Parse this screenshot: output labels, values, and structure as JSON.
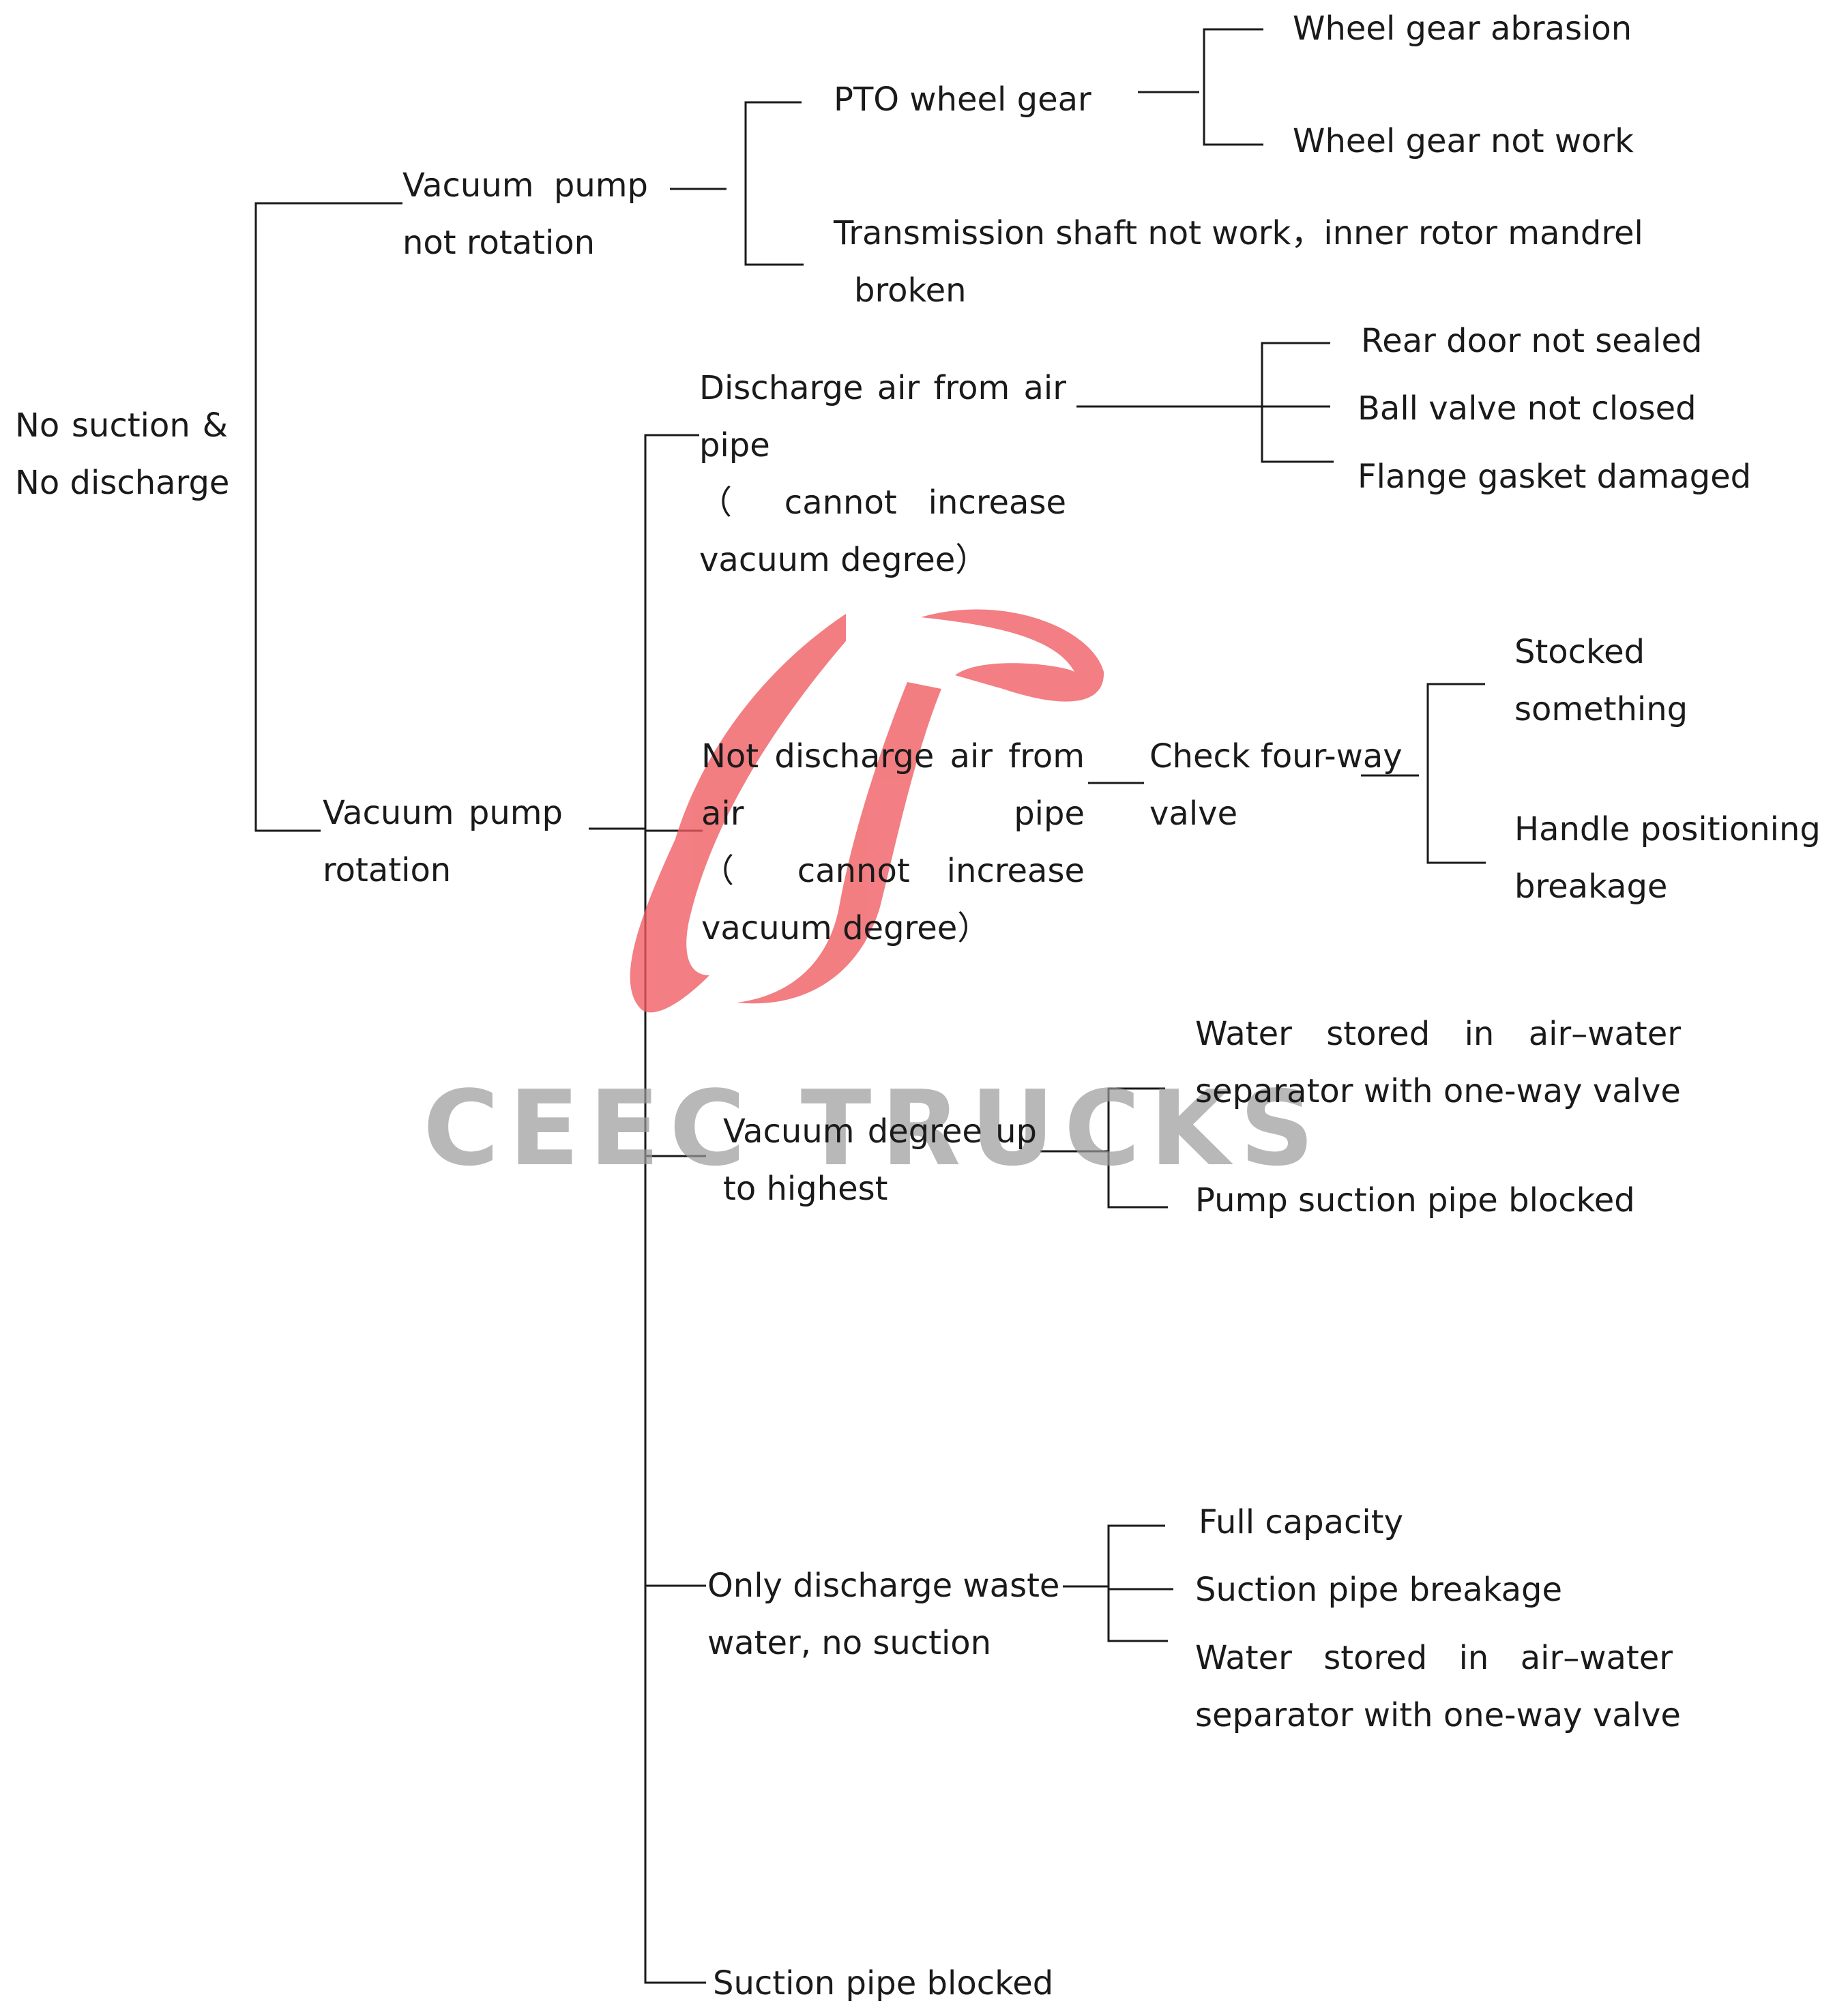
{
  "root": {
    "lines": [
      "No  suction  &",
      "No discharge"
    ]
  },
  "branches": {
    "not_rotation": {
      "lines": [
        "Vacuum   pump",
        "not rotation"
      ],
      "children": {
        "pto": {
          "label": "PTO wheel gear",
          "children": [
            "Wheel gear abrasion",
            "Wheel gear not work"
          ]
        },
        "transmission": {
          "lines": [
            "Transmission shaft not work，inner rotor mandrel",
            "broken"
          ]
        }
      }
    },
    "rotation": {
      "lines": [
        "Vacuum   pump",
        "rotation"
      ],
      "children": {
        "discharge_air": {
          "lines": [
            "Discharge  air  from  air",
            "pipe",
            "（    cannot     increase",
            "vacuum degree）"
          ],
          "causes": [
            "Rear door not sealed",
            "Ball valve not closed",
            "Flange gasket damaged"
          ]
        },
        "not_discharge_air": {
          "lines": [
            "Not  discharge  air  from",
            "air pipe",
            "（    cannot      increase",
            "vacuum degree）"
          ],
          "check": {
            "lines": [
              "Check four-way",
              "valve"
            ]
          },
          "causes": [
            {
              "lines": [
                "Stocked",
                "something"
              ]
            },
            {
              "lines": [
                "Handle  positioning",
                "breakage"
              ]
            }
          ]
        },
        "vacuum_highest": {
          "lines": [
            "Vacuum  degree  up",
            "to highest"
          ],
          "causes": [
            {
              "lines": [
                "Water    stored    in    air–water",
                "separator with one-way valve"
              ]
            },
            {
              "lines": [
                "Pump suction pipe blocked"
              ]
            }
          ]
        },
        "only_discharge": {
          "lines": [
            "Only  discharge  waste",
            "water, no suction"
          ],
          "causes": [
            {
              "lines": [
                "Full capacity"
              ]
            },
            {
              "lines": [
                "Suction pipe breakage"
              ]
            },
            {
              "lines": [
                "Water    stored    in    air–water",
                "separator with one-way valve"
              ]
            }
          ]
        },
        "suction_blocked": {
          "label": "Suction pipe blocked"
        }
      }
    }
  },
  "watermark": {
    "text": "CEEC TRUCKS",
    "logo_color": "#ef5a60",
    "text_color": "#9a9a9a"
  },
  "colors": {
    "line": "#1a1a1a",
    "background": "#ffffff"
  }
}
